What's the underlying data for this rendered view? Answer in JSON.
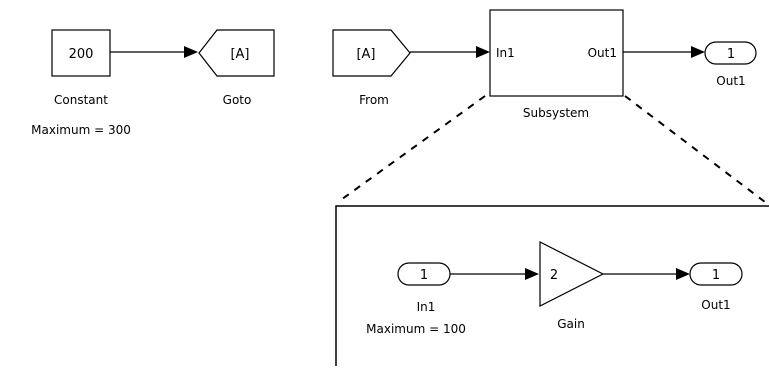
{
  "top_level": {
    "constant": {
      "value": "200",
      "name": "Constant",
      "annotation": "Maximum = 300"
    },
    "goto": {
      "tag": "[A]",
      "name": "Goto"
    },
    "from": {
      "tag": "[A]",
      "name": "From"
    },
    "subsystem": {
      "in_port": "In1",
      "out_port": "Out1",
      "name": "Subsystem"
    },
    "outport": {
      "number": "1",
      "name": "Out1"
    }
  },
  "subsystem_contents": {
    "inport": {
      "number": "1",
      "name": "In1",
      "annotation": "Maximum = 100"
    },
    "gain": {
      "value": "2",
      "name": "Gain"
    },
    "outport": {
      "number": "1",
      "name": "Out1"
    }
  }
}
